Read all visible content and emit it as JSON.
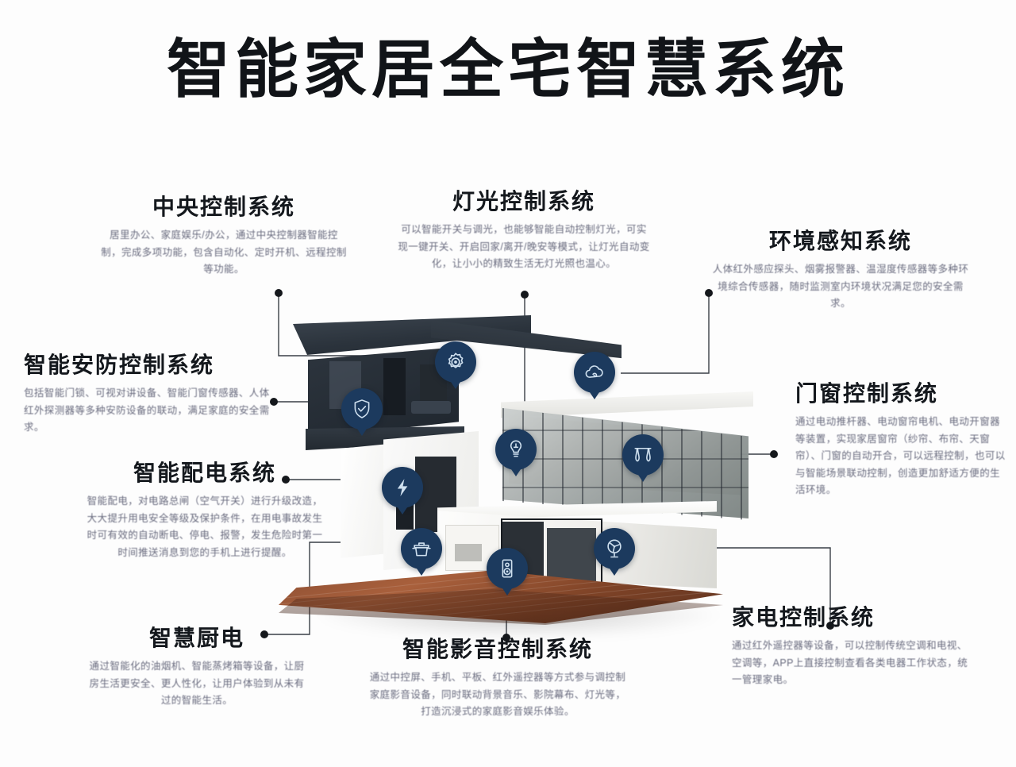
{
  "page": {
    "title": "智能家居全宅智慧系统",
    "background_color": "#fdfdfd",
    "accent_color": "#1c3a5e",
    "text_color": "#14181d",
    "body_text_color": "#5d5f74",
    "connector_color": "#3a3f46"
  },
  "callouts": [
    {
      "id": "central-control",
      "title": "中央控制系统",
      "body": "居里办公、家庭娱乐/办公，通过中央控制器智能控制，完成多项功能，包含自动化、定时开机、远程控制等功能。",
      "icon": "gear-icon",
      "align": "center"
    },
    {
      "id": "lighting-control",
      "title": "灯光控制系统",
      "body": "可以智能开关与调光，也能够智能自动控制灯光，可实现一键开关、开启回家/离开/晚安等模式，让灯光自动变化，让小小的精致生活无灯光照也温心。",
      "icon": "bulb-icon",
      "align": "center"
    },
    {
      "id": "environment-sensing",
      "title": "环境感知系统",
      "body": "人体红外感应探头、烟雾报警器、温湿度传感器等多种环境综合传感器，随时监测室内环境状况满足您的安全需求。",
      "icon": "cloud-icon",
      "align": "center"
    },
    {
      "id": "smart-security",
      "title": "智能安防控制系统",
      "body": "包括智能门锁、可视对讲设备、智能门窗传感器、人体红外探测器等多种安防设备的联动，满足家庭的安全需求。",
      "icon": "shield-check-icon",
      "align": "left"
    },
    {
      "id": "power-distribution",
      "title": "智能配电系统",
      "body": "智能配电，对电路总闸（空气开关）进行升级改造，大大提升用电安全等级及保护条件，在用电事故发生时可有效的自动断电、停电、报警，发生危险时第一时间推送消息到您的手机上进行提醒。",
      "icon": "bolt-icon",
      "align": "center"
    },
    {
      "id": "door-window-control",
      "title": "门窗控制系统",
      "body": "通过电动推杆器、电动窗帘电机、电动开窗器等装置，实现家居窗帘（纱帘、布帘、天窗帘）、门窗的自动开合，可以远程控制，也可以与智能场景联动控制，创造更加舒适方便的生活环境。",
      "icon": "curtain-icon",
      "align": "left"
    },
    {
      "id": "appliance-control",
      "title": "家电控制系统",
      "body": "通过红外遥控器等设备，可以控制传统空调和电视、空调等，APP上直接控制查看各类电器工作状态，统一管理家电。",
      "icon": "fan-icon",
      "align": "left"
    },
    {
      "id": "smart-kitchen",
      "title": "智慧厨电",
      "body": "通过智能化的油烟机、智能蒸烤箱等设备，让厨房生活更安全、更人性化，让用户体验到从未有过的智能生活。",
      "icon": "pot-icon",
      "align": "center"
    },
    {
      "id": "audio-video-control",
      "title": "智能影音控制系统",
      "body": "通过中控屏、手机、平板、红外遥控器等方式参与调控制家庭影音设备，同时联动背景音乐、影院幕布、灯光等，打造沉浸式的家庭影音娱乐体验。",
      "icon": "speaker-icon",
      "align": "center"
    }
  ],
  "house_badges": [
    {
      "id": "badge-central-control",
      "icon": "gear-icon",
      "label": "中央控制系统"
    },
    {
      "id": "badge-environment",
      "icon": "cloud-icon",
      "label": "环境感知系统"
    },
    {
      "id": "badge-security",
      "icon": "shield-check-icon",
      "label": "智能安防控制系统"
    },
    {
      "id": "badge-lighting",
      "icon": "bulb-icon",
      "label": "灯光控制系统"
    },
    {
      "id": "badge-door-window",
      "icon": "curtain-icon",
      "label": "门窗控制系统"
    },
    {
      "id": "badge-power",
      "icon": "bolt-icon",
      "label": "智能配电系统"
    },
    {
      "id": "badge-kitchen",
      "icon": "pot-icon",
      "label": "智慧厨电"
    },
    {
      "id": "badge-audio-video",
      "icon": "speaker-icon",
      "label": "智能影音控制系统"
    },
    {
      "id": "badge-appliance",
      "icon": "fan-icon",
      "label": "家电控制系统"
    }
  ]
}
